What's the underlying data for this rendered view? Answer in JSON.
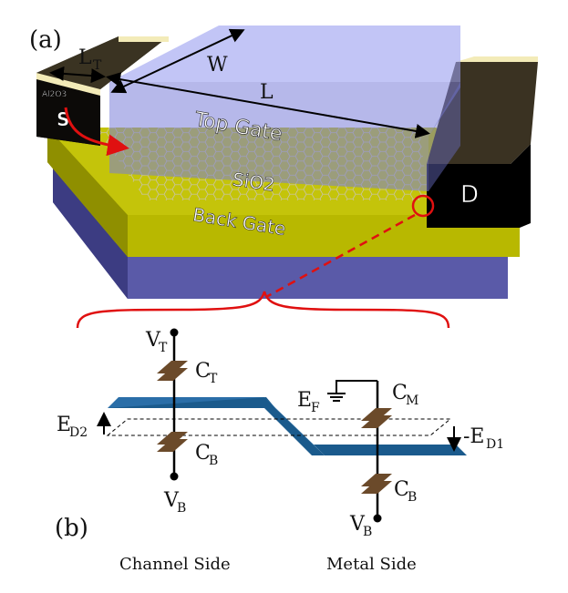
{
  "panel_a": {
    "label": "(a)",
    "lt_main": "L",
    "lt_sub": "T",
    "w": "W",
    "l": "L",
    "oxide": "Al2O3",
    "source": "S",
    "drain": "D",
    "top_gate": "Top Gate",
    "sio2": "SiO2",
    "back_gate": "Back Gate"
  },
  "panel_b": {
    "label": "(b)",
    "vt_main": "V",
    "vt_sub": "T",
    "ct_main": "C",
    "ct_sub": "T",
    "cb_left_main": "C",
    "cb_left_sub": "B",
    "vb_left_main": "V",
    "vb_left_sub": "B",
    "ed2_main": "E",
    "ed2_sub": "D2",
    "ef_main": "E",
    "ef_sub": "F",
    "cm_main": "C",
    "cm_sub": "M",
    "ed1_main": "-E",
    "ed1_sub": "D1",
    "cb_right_main": "C",
    "cb_right_sub": "B",
    "vb_right_main": "V",
    "vb_right_sub": "B",
    "channel_side": "Channel Side",
    "metal_side": "Metal Side"
  },
  "colors": {
    "back_gate": "#5a5aa8",
    "sio2": "#b8b800",
    "contact": "#2a2418",
    "top_gate": "#8b8fe0",
    "band": "#1a5a8c",
    "capacitor": "#6b4a2a",
    "current_arrow": "#e01010",
    "zoom": "#e01010"
  }
}
